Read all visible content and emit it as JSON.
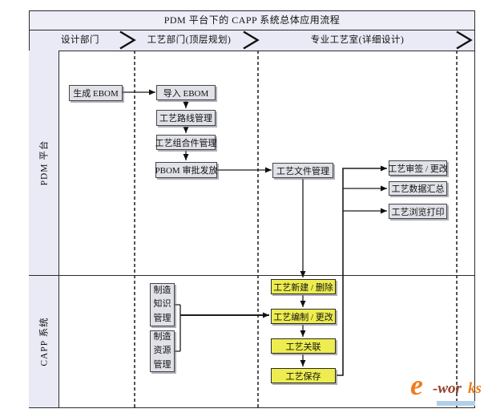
{
  "title": "PDM 平台下的 CAPP 系统总体应用流程",
  "lanes": {
    "columns": [
      {
        "label": "设计部门"
      },
      {
        "label": "工艺部门(顶层规划)"
      },
      {
        "label": "专业工艺室(详细设计)"
      }
    ],
    "rows": [
      {
        "label": "PDM 平台"
      },
      {
        "label": "CAPP 系统"
      }
    ]
  },
  "nodes": {
    "generate_ebom": {
      "label": "生成 EBOM"
    },
    "import_ebom": {
      "label": "导入 EBOM"
    },
    "route_mgmt": {
      "label": "工艺路线管理"
    },
    "assembly_mgmt": {
      "label": "工艺组合件管理"
    },
    "pbom_release": {
      "label": "PBOM 审批发放"
    },
    "file_mgmt": {
      "label": "工艺文件管理"
    },
    "sign_change": {
      "label": "工艺审签 / 更改"
    },
    "data_summary": {
      "label": "工艺数据汇总"
    },
    "browse_print": {
      "label": "工艺浏览打印"
    },
    "mfg_knowledge": {
      "label": "制造\n知识\n管理"
    },
    "mfg_resource": {
      "label": "制造\n资源\n管理"
    },
    "proc_create_delete": {
      "label": "工艺新建 / 删除"
    },
    "proc_edit_change": {
      "label": "工艺编制 / 更改"
    },
    "proc_link": {
      "label": "工艺关联"
    },
    "proc_save": {
      "label": "工艺保存"
    }
  },
  "watermark": {
    "e": "e",
    "dark_part": "-wor",
    "orange_part": "ks"
  },
  "colors": {
    "lane_fill": "#e9eaf5",
    "node_fill": "#e1e2e8",
    "highlight_fill": "#eded4f",
    "line": "#1c1c1c",
    "watermark_orange": "#ef7d1d",
    "watermark_dark": "#93402a",
    "watermark_blue": "#b3cfe8"
  }
}
